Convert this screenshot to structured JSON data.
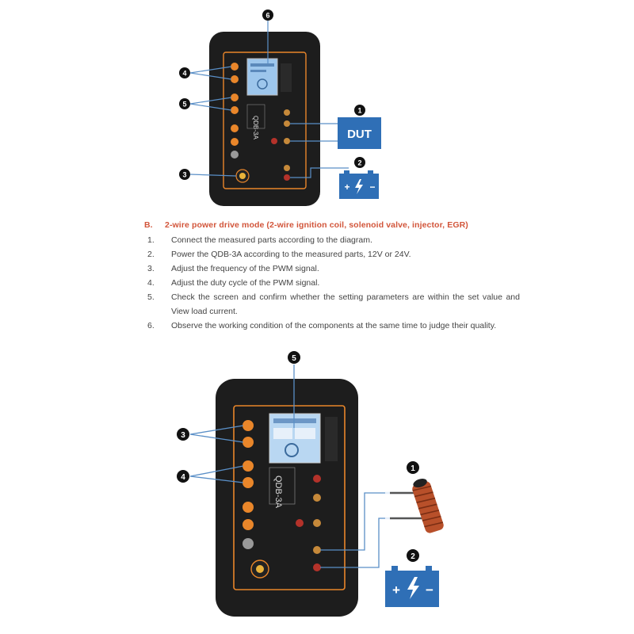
{
  "section": {
    "letter": "B.",
    "title": "2-wire power drive mode (2-wire ignition coil, solenoid valve, injector, EGR)"
  },
  "steps": [
    {
      "num": "1.",
      "text": "Connect the measured parts according to the diagram."
    },
    {
      "num": "2.",
      "text": "Power the QDB-3A according to the measured parts, 12V or 24V."
    },
    {
      "num": "3.",
      "text": "Adjust the frequency of the PWM signal."
    },
    {
      "num": "4.",
      "text": "Adjust the duty cycle of the PWM signal."
    },
    {
      "num": "5.",
      "text": "Check the screen and confirm whether the setting parameters are within the set value and View load current."
    },
    {
      "num": "6.",
      "text": "Observe the working condition of the components at the same time to judge their quality."
    }
  ],
  "top_diagram": {
    "device_label": "QDB-3A",
    "dut_label": "DUT",
    "callouts": [
      "6",
      "4",
      "5",
      "3",
      "1",
      "2"
    ]
  },
  "bottom_diagram": {
    "device_label": "QDB-3A",
    "callouts": [
      "5",
      "3",
      "4",
      "1",
      "2"
    ]
  },
  "colors": {
    "accent_orange": "#e9862a",
    "dut_blue": "#2f6fb6",
    "battery_blue": "#2f6fb6",
    "heading_red": "#d2553a",
    "device_body": "#1d1d1d"
  }
}
